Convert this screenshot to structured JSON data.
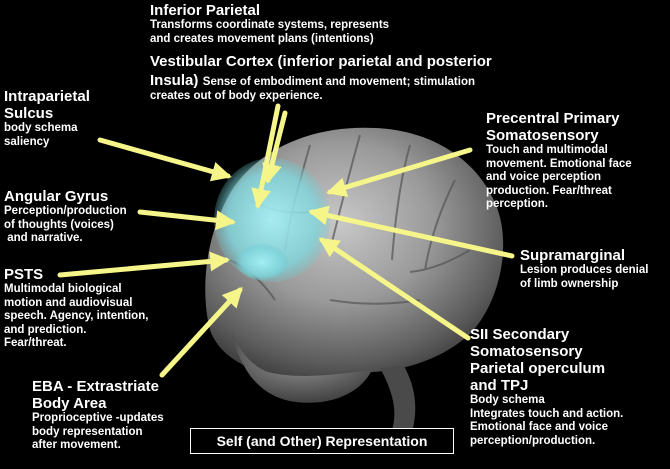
{
  "labels": {
    "inferior_parietal": {
      "title": "Inferior Parietal",
      "desc": [
        "Transforms coordinate systems, represents",
        "and creates movement plans (intentions)"
      ]
    },
    "vestibular": {
      "title_line1": "Vestibular Cortex (inferior parietal and posterior",
      "title_line2": "Insula)",
      "desc_inline": "Sense of embodiment and movement; stimulation",
      "desc_line2": "creates out of body experience."
    },
    "intraparietal": {
      "title": [
        "Intraparietal",
        "Sulcus"
      ],
      "desc": [
        "body schema",
        "saliency"
      ]
    },
    "precentral": {
      "title": [
        "Precentral Primary",
        "Somatosensory"
      ],
      "desc": [
        "Touch and multimodal",
        "movement.  Emotional face",
        "and voice perception",
        "production.  Fear/threat",
        "perception."
      ]
    },
    "angular": {
      "title": "Angular Gyrus",
      "desc": [
        "Perception/production",
        "of thoughts (voices)",
        " and narrative."
      ]
    },
    "supramarginal": {
      "title": "Supramarginal",
      "desc": [
        "Lesion produces denial",
        "of limb ownership"
      ]
    },
    "psts": {
      "title": "PSTS",
      "desc": [
        "Multimodal biological",
        "motion and audiovisual",
        "speech.  Agency, intention,",
        "and prediction.",
        "Fear/threat."
      ]
    },
    "sii": {
      "title": [
        "SII Secondary",
        "Somatosensory",
        "Parietal operculum",
        "and TPJ"
      ],
      "desc": [
        "Body schema",
        "Integrates touch and action.",
        "Emotional face and voice",
        "perception/production."
      ]
    },
    "eba": {
      "title": [
        "EBA - Extrastriate",
        "Body Area"
      ],
      "desc": [
        "Proprioceptive -updates",
        "body representation",
        "after movement."
      ]
    }
  },
  "caption": "Self (and Other) Representation",
  "colors": {
    "background": "#000000",
    "text": "#ffffff",
    "arrow": "#f5f58a",
    "highlight": "#86e0e6",
    "brain": "#9a9a9a"
  }
}
